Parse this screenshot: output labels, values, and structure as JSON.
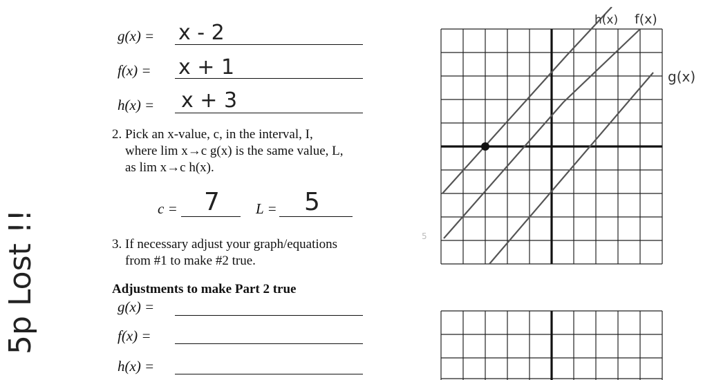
{
  "margin_notes": {
    "handwriting_rotated": "5p Lost !!"
  },
  "part1": {
    "rows": [
      {
        "label": "g(x) =",
        "answer": "x - 2"
      },
      {
        "label": "f(x) =",
        "answer": "x + 1"
      },
      {
        "label": "h(x) =",
        "answer": "x + 3"
      }
    ]
  },
  "question2": {
    "number": "2.",
    "text": "Pick an x-value, c, in the interval, I, where lim x→c g(x) is the same value, L, as lim x→c h(x).",
    "c_label": "c =",
    "c_value": "7",
    "L_label": "L =",
    "L_value": "5"
  },
  "question3": {
    "number": "3.",
    "text": "If necessary adjust your graph/equations from #1 to make #2 true."
  },
  "adjustments": {
    "heading": "Adjustments to make Part 2 true",
    "rows": [
      {
        "label": "g(x) =",
        "answer": ""
      },
      {
        "label": "f(x) =",
        "answer": ""
      },
      {
        "label": "h(x) =",
        "answer": ""
      }
    ]
  },
  "graph_labels": {
    "h": "h(x)",
    "f": "f(x)",
    "g": "g(x)",
    "left_mark": "5"
  }
}
